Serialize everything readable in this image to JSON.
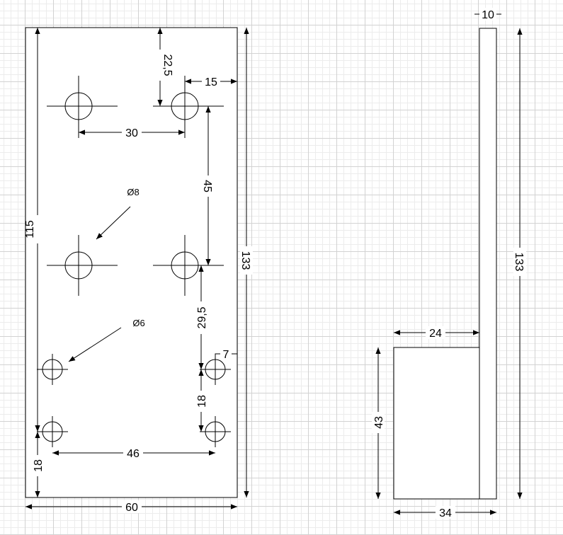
{
  "front_view": {
    "dimensions": {
      "top_offset": "22,5",
      "right_offset": "15",
      "hole_spacing_upper": "30",
      "vertical_spacing_upper": "45",
      "overall_inner_height": "115",
      "overall_height": "133",
      "mid_to_small": "29,5",
      "small_right_offset": "7",
      "small_spacing_vertical": "18",
      "bottom_offset": "18",
      "small_spacing_horizontal": "46",
      "overall_width": "60"
    },
    "callouts": {
      "large_hole": "Ø8",
      "small_hole": "Ø6"
    }
  },
  "side_view": {
    "dimensions": {
      "thickness": "10",
      "overall_height": "133",
      "foot_depth": "24",
      "foot_height": "43",
      "overall_depth": "34"
    }
  }
}
